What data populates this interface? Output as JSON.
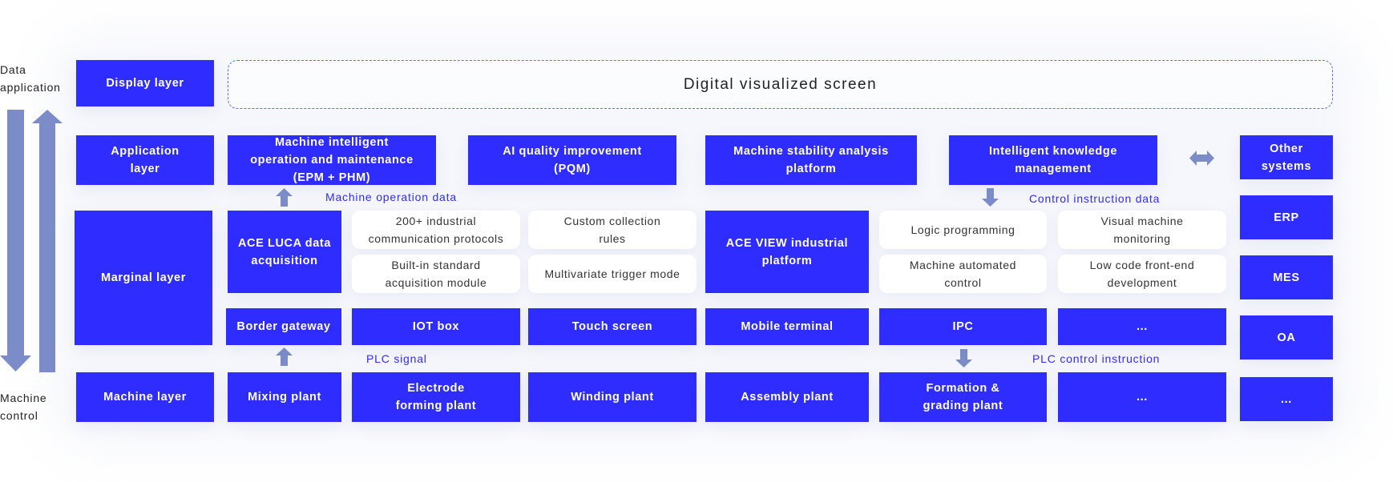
{
  "side_labels": {
    "top": [
      "Data",
      "application"
    ],
    "bottom": [
      "Machine",
      "control"
    ]
  },
  "colors": {
    "box": "#2f2cff",
    "arrow": "#7b8cc9",
    "label": "#2f2cff",
    "dash": "#4f74f0"
  },
  "layers": {
    "display": "Display layer",
    "application": "Application layer",
    "marginal": "Marginal layer",
    "machine": "Machine layer"
  },
  "display": {
    "screen": "Digital visualized screen"
  },
  "application": {
    "epm": "Machine intelligent operation and maintenance (EPM + PHM)",
    "pqm": "AI quality improvement (PQM)",
    "stability": "Machine stability analysis platform",
    "knowledge": "Intelligent knowledge management"
  },
  "flow_labels": {
    "machine_operation_data": "Machine operation data",
    "control_instruction_data": "Control instruction data",
    "plc_signal": "PLC signal",
    "plc_control_instruction": "PLC control instruction"
  },
  "marginal": {
    "luca": "ACE LUCA data acquisition",
    "luca_features": [
      "200+ industrial communication protocols",
      "Custom collection rules",
      "Built-in standard acquisition module",
      "Multivariate trigger mode"
    ],
    "view": "ACE VIEW industrial platform",
    "view_features": [
      "Logic programming",
      "Visual machine monitoring",
      "Machine automated control",
      "Low code front-end development"
    ],
    "devices": [
      "Border gateway",
      "IOT box",
      "Touch screen",
      "Mobile terminal",
      "IPC",
      "..."
    ]
  },
  "machine": {
    "plants": [
      "Mixing plant",
      "Electrode forming plant",
      "Winding plant",
      "Assembly plant",
      "Formation & grading plant",
      "..."
    ]
  },
  "other_systems": {
    "title": "Other systems",
    "items": [
      "ERP",
      "MES",
      "OA",
      "..."
    ]
  },
  "icons": [
    "double-arrow-down-icon",
    "double-arrow-up-icon",
    "arrow-up-icon",
    "arrow-down-icon",
    "bidirectional-arrow-icon"
  ]
}
